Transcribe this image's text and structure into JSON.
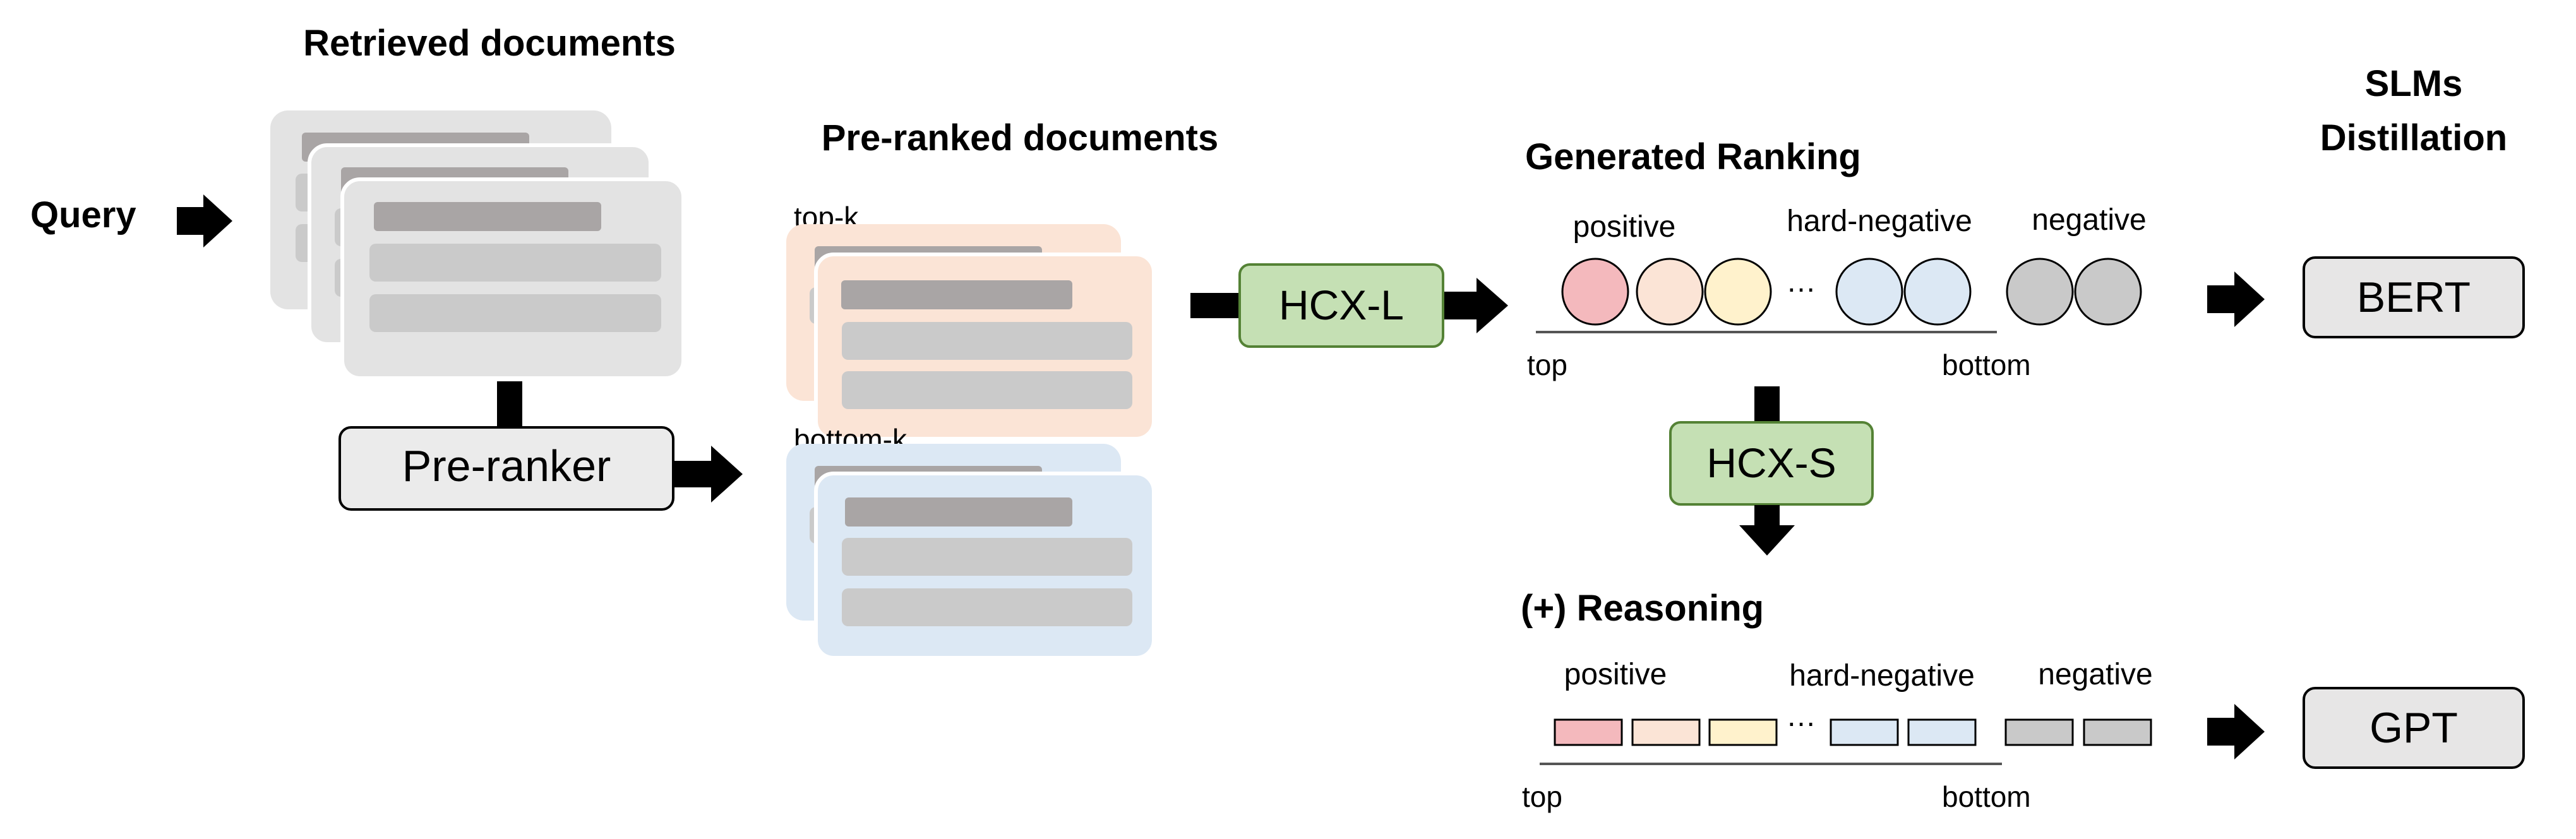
{
  "titles": {
    "retrieved": "Retrieved documents",
    "preranked": "Pre-ranked documents",
    "generated": "Generated Ranking",
    "slms_line1": "SLMs",
    "slms_line2": "Distillation",
    "reasoning": "(+) Reasoning"
  },
  "labels": {
    "query": "Query",
    "top_k": "top-k",
    "bottom_k": "bottom-k",
    "positive": "positive",
    "hard_negative": "hard-negative",
    "negative": "negative",
    "top": "top",
    "bottom": "bottom",
    "ellipsis": "…"
  },
  "boxes": {
    "preranker": "Pre-ranker",
    "hcx_l": "HCX-L",
    "hcx_s": "HCX-S",
    "bert": "BERT",
    "gpt": "GPT"
  },
  "colors": {
    "doc_gray": "#e3e3e3",
    "doc_bar": "#a9a5a5",
    "doc_row": "#cacaca",
    "topk_peach": "#fbe4d6",
    "bottomk_blue": "#dce8f4",
    "model_green": "#c5e0b4",
    "model_green_border": "#548235",
    "slm_gray": "#e7e6e6",
    "positive_pink": "#f4b9bd",
    "positive_peach": "#fbe4d6",
    "positive_yellow": "#fff2cc",
    "hardneg_blue": "#dce8f4",
    "negative_gray": "#c9c9c9",
    "arrow": "#000000"
  }
}
